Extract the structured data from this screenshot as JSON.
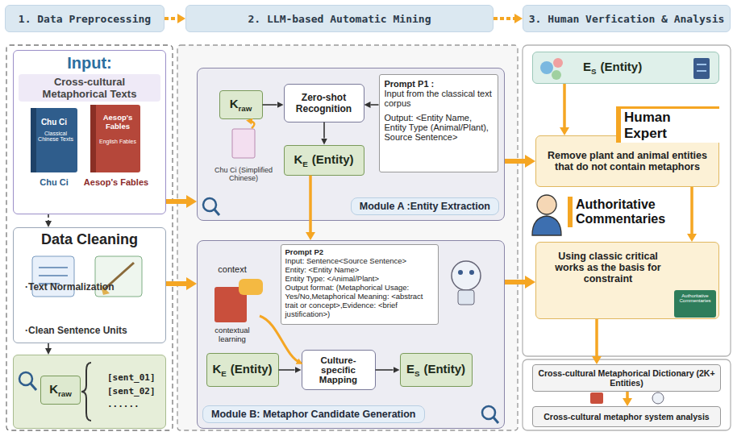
{
  "diagram": {
    "nodes": [
      {
        "text": [
          "1. Data Preprocessing"
        ]
      },
      {
        "text": [
          "2. LLM-based Automatic Mining"
        ]
      },
      {
        "text": [
          "3. Human Verfication & Analysis"
        ]
      },
      {
        "text": [
          "Input:",
          "Cross-cultural Metaphorical Texts"
        ]
      },
      {
        "text": [
          "Data Cleaning",
          "·Text Normalization",
          "·Clean Sentence Units"
        ]
      },
      {
        "text": [
          "[sent_01]",
          "[sent_02]",
          "......"
        ]
      },
      {
        "text": [
          "K",
          "raw"
        ],
        "in": 5
      },
      {
        "text": [
          "Module A :Entity Extraction"
        ]
      },
      {
        "text": [
          "K",
          "raw"
        ],
        "in": 7
      },
      {
        "text": [
          "Zero-shot Recognition"
        ],
        "in": 7
      },
      {
        "text": [
          "Prompt P1 :",
          "Input from the classical text corpus",
          "Output: <Entity Name, Entity Type (Animal/Plant), Source Sentence>"
        ],
        "in": 7
      },
      {
        "text": [
          "K",
          "E",
          "(Entity)"
        ],
        "in": 7
      },
      {
        "text": [
          "Module B: Metaphor Candidate Generation"
        ]
      },
      {
        "text": [
          "Prompt P2",
          "Input: Sentence<Source Sentence>",
          "Entity: <Entity Name>",
          "Entity Type: <Animal/Plant>",
          "Output format: (Metaphorical Usage: Yes/No,Metaphorical Meaning: <abstract trait or concept>,Evidence: <brief justification>)"
        ],
        "in": 12
      },
      {
        "text": [
          "K",
          "E",
          "(Entity)"
        ],
        "in": 12
      },
      {
        "text": [
          "Culture-specific Mapping"
        ],
        "in": 12
      },
      {
        "text": [
          "E",
          "S",
          "(Entity)"
        ],
        "in": 12
      },
      {
        "text": [
          "E",
          "S",
          "(Entity)"
        ]
      },
      {
        "text": [
          "Remove plant and animal entities that do not contain metaphors"
        ]
      },
      {
        "text": [
          "Using classic critical works as the basis for constraint"
        ]
      },
      {
        "text": [
          "Cross-cultural Metaphorical Dictionary (2K+ Entities)"
        ]
      },
      {
        "text": [
          "Cross-cultural metaphor system analysis"
        ]
      }
    ],
    "edges": [
      {
        "from": 0,
        "to": 1,
        "arrow": "to"
      },
      {
        "from": 1,
        "to": 2,
        "arrow": "to"
      },
      {
        "from": 3,
        "to": 4,
        "arrow": "to"
      },
      {
        "from": 4,
        "to": 5,
        "arrow": "to"
      },
      {
        "from": 3,
        "to": 7,
        "arrow": "to"
      },
      {
        "from": 4,
        "to": 12,
        "arrow": "to"
      },
      {
        "from": 8,
        "to": 9,
        "arrow": "to"
      },
      {
        "from": 10,
        "to": 9,
        "arrow": "to"
      },
      {
        "from": 9,
        "to": 11,
        "arrow": "to"
      },
      {
        "from": 11,
        "to": 12,
        "arrow": "to"
      },
      {
        "from": 14,
        "to": 15,
        "arrow": "to"
      },
      {
        "from": 15,
        "to": 16,
        "arrow": "to"
      },
      {
        "from": 7,
        "to": 18,
        "arrow": "to"
      },
      {
        "from": 12,
        "to": 19,
        "arrow": "to"
      },
      {
        "from": 17,
        "to": 18,
        "arrow": "to"
      },
      {
        "from": 18,
        "to": 19,
        "arrow": "to"
      },
      {
        "from": 19,
        "to": 20,
        "arrow": "to"
      },
      {
        "from": 20,
        "to": 21,
        "arrow": "to"
      }
    ],
    "labels": [
      "Chu Ci",
      "Classical Chinese Texts",
      "Aesop's Fables",
      "English Fables",
      "Chu Ci",
      "Aesop's Fables",
      "Chu Ci (Simplified Chinese)",
      "context",
      "contextual learning",
      "Human Expert",
      "Authoritative Commentaries",
      "Authoritative Commentaries"
    ]
  }
}
